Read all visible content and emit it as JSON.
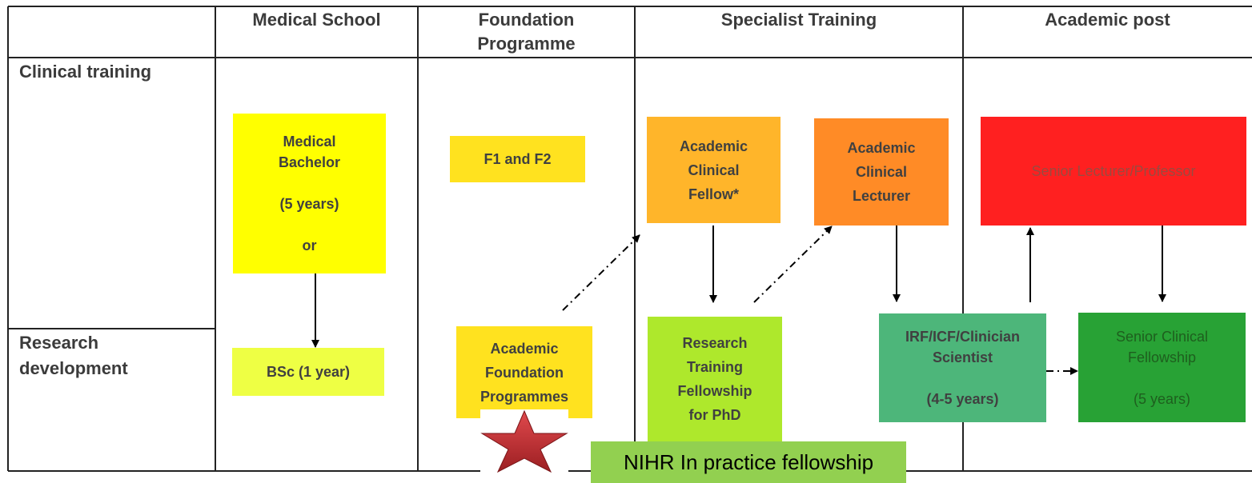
{
  "headers": {
    "medical_school": "Medical School",
    "foundation": "Foundation\nProgramme",
    "specialist": "Specialist Training",
    "academic": "Academic post"
  },
  "rows": {
    "clinical": "Clinical training",
    "research": "Research\ndevelopment"
  },
  "boxes": {
    "medical_bachelor": "Medical\nBachelor\n\n(5 years)\n\nor",
    "bsc": "BSc (1 year)",
    "f1f2": "F1 and F2",
    "afp": "Academic\nFoundation\nProgrammes",
    "acf": "Academic\nClinical\nFellow*",
    "acl": "Academic\nClinical\nLecturer",
    "senior_lecturer": "Senior Lecturer/Professor",
    "rtf": "Research\nTraining\nFellowship\nfor PhD",
    "irf": "IRF/ICF/Clinician\nScientist\n\n(4-5 years)",
    "scf": "Senior Clinical\nFellowship\n\n(5 years)"
  },
  "callout": "NIHR In practice fellowship",
  "colors": {
    "yellow": "#ffff00",
    "yellow_light": "#eeff44",
    "gold": "#ffe21f",
    "orange_light": "#ffb52a",
    "orange": "#ff8b26",
    "red": "#ff2020",
    "lime": "#aee82c",
    "teal_green": "#4db67a",
    "green": "#28a235",
    "nihr_green": "#92d050",
    "star_red": "#c0282c"
  }
}
